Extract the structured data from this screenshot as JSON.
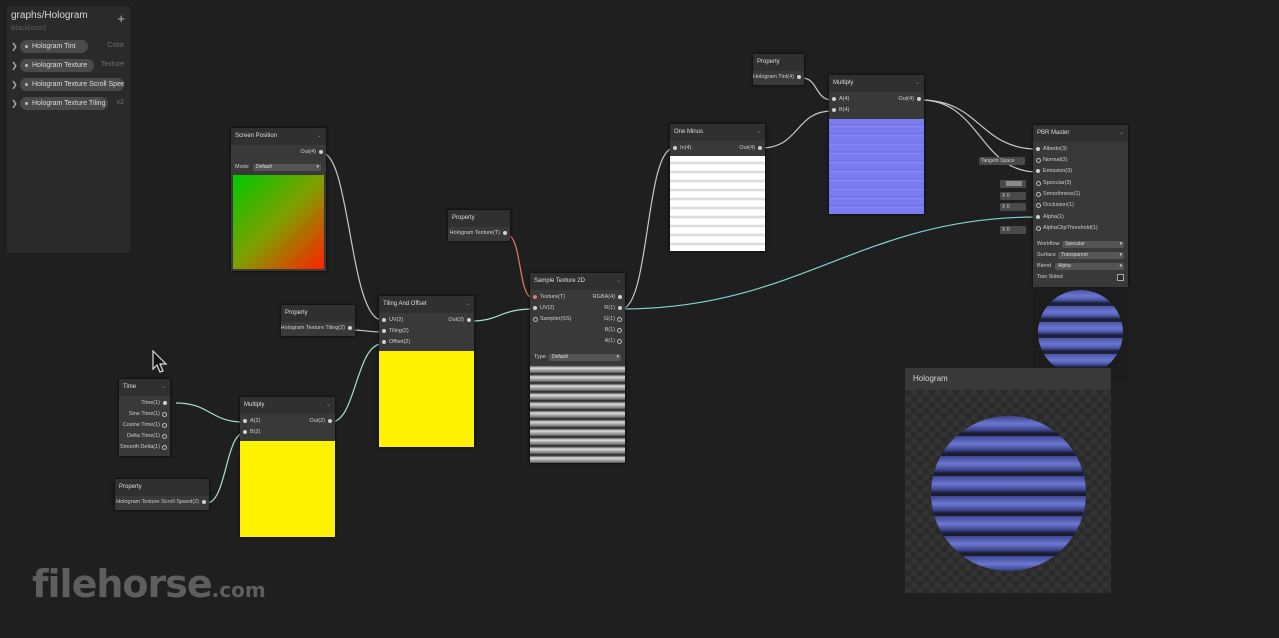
{
  "blackboard": {
    "title": "graphs/Hologram",
    "subtitle": "Blackboard",
    "add_label": "+",
    "properties": [
      {
        "name": "Hologram Tint",
        "type": "Color"
      },
      {
        "name": "Hologram Texture",
        "type": "Texture"
      },
      {
        "name": "Hologram Texture Scroll Speed",
        "type": ""
      },
      {
        "name": "Hologram Texture Tiling",
        "type": "v2"
      }
    ]
  },
  "nodes": {
    "screen_position": {
      "title": "Screen Position",
      "out": "Out(4)",
      "mode_label": "Mode",
      "mode_value": "Default"
    },
    "time": {
      "title": "Time",
      "outputs": [
        "Time(1)",
        "Sine Time(1)",
        "Cosine Time(1)",
        "Delta Time(1)",
        "Smooth Delta(1)"
      ]
    },
    "prop_scroll": {
      "title": "Property",
      "out": "Hologram Texture Scroll Speed(2)"
    },
    "multiply_a": {
      "title": "Multiply",
      "in_a": "A(2)",
      "in_b": "B(2)",
      "out": "Out(2)"
    },
    "prop_tiling": {
      "title": "Property",
      "out": "Hologram Texture Tiling(2)"
    },
    "tiling_offset": {
      "title": "Tiling And Offset",
      "in_uv": "UV(2)",
      "in_tiling": "Tiling(2)",
      "in_offset": "Offset(2)",
      "out": "Out(2)"
    },
    "prop_texture": {
      "title": "Property",
      "out": "Hologram Texture(T)"
    },
    "sample_tex": {
      "title": "Sample Texture 2D",
      "inputs": [
        "Texture(T)",
        "UV(2)",
        "Sampler(SS)"
      ],
      "outputs": [
        "RGBA(4)",
        "R(1)",
        "G(1)",
        "B(1)",
        "A(1)"
      ],
      "type_label": "Type",
      "type_value": "Default"
    },
    "one_minus": {
      "title": "One Minus",
      "in": "In(4)",
      "out": "Out(4)"
    },
    "prop_tint": {
      "title": "Property",
      "out": "Hologram Tint(4)"
    },
    "multiply_b": {
      "title": "Multiply",
      "in_a": "A(4)",
      "in_b": "B(4)",
      "out": "Out(4)"
    },
    "pbr": {
      "title": "PBR Master",
      "inputs": [
        "Albedo(3)",
        "Normal(3)",
        "Emission(3)",
        "Specular(3)",
        "Smoothness(1)",
        "Occlusion(1)",
        "Alpha(1)",
        "AlphaClipThreshold(1)"
      ],
      "tangent_space": "Tangent Space",
      "slot_values": [
        "",
        "X 0",
        "X 0",
        "X 0"
      ],
      "settings": [
        {
          "label": "Workflow",
          "value": "Specular"
        },
        {
          "label": "Surface",
          "value": "Transparent"
        },
        {
          "label": "Blend",
          "value": "Alpha"
        },
        {
          "label": "Two Sided",
          "value": ""
        }
      ]
    }
  },
  "preview": {
    "title": "Hologram"
  },
  "watermark": {
    "text": "filehorse",
    "suffix": ".com"
  },
  "colors": {
    "canvas": "#1f1f1f",
    "node": "#393939",
    "wire": "#c8c8c8",
    "wire_tex": "#e07a6a",
    "wire_teal": "#7fd4c8",
    "yellow": "#fff200",
    "blue": "#7b7bf0"
  }
}
